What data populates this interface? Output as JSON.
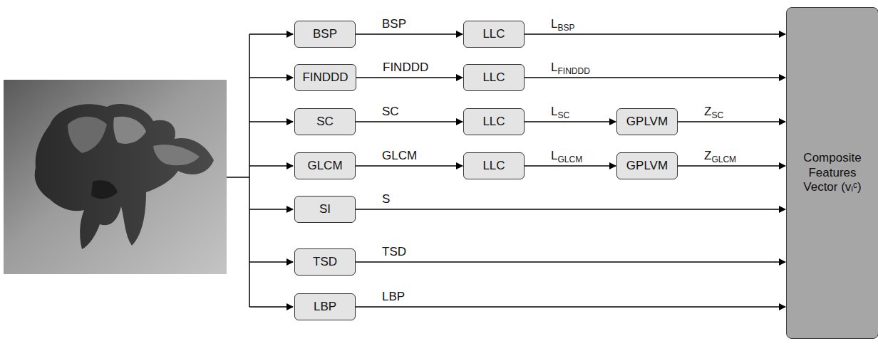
{
  "diagram": {
    "nodes": [
      {
        "text": [
          "BSP"
        ]
      },
      {
        "text": [
          "LLC"
        ]
      },
      {
        "text": [
          "FINDDD"
        ]
      },
      {
        "text": [
          "LLC"
        ]
      },
      {
        "text": [
          "SC"
        ]
      },
      {
        "text": [
          "LLC"
        ]
      },
      {
        "text": [
          "GPLVM"
        ]
      },
      {
        "text": [
          "GLCM"
        ]
      },
      {
        "text": [
          "LLC"
        ]
      },
      {
        "text": [
          "GPLVM"
        ]
      },
      {
        "text": [
          "SI"
        ]
      },
      {
        "text": [
          "TSD"
        ]
      },
      {
        "text": [
          "LBP"
        ]
      },
      {
        "text": [
          "Composite Features Vector (vᵢᶜ)"
        ]
      }
    ],
    "edges": [
      {
        "from": 0,
        "to": 1,
        "label": "BSP",
        "arrow": "to"
      },
      {
        "from": 1,
        "to": 13,
        "label": "LBSP",
        "arrow": "to"
      },
      {
        "from": 2,
        "to": 3,
        "label": "FINDDD",
        "arrow": "to"
      },
      {
        "from": 3,
        "to": 13,
        "label": "LFINDDD",
        "arrow": "to"
      },
      {
        "from": 4,
        "to": 5,
        "label": "SC",
        "arrow": "to"
      },
      {
        "from": 5,
        "to": 6,
        "label": "LSC",
        "arrow": "to"
      },
      {
        "from": 6,
        "to": 13,
        "label": "ZSC",
        "arrow": "to"
      },
      {
        "from": 7,
        "to": 8,
        "label": "GLCM",
        "arrow": "to"
      },
      {
        "from": 8,
        "to": 9,
        "label": "LGLCM",
        "arrow": "to"
      },
      {
        "from": 9,
        "to": 13,
        "label": "ZGLCM",
        "arrow": "to"
      },
      {
        "from": 10,
        "to": 13,
        "label": "S",
        "arrow": "to"
      },
      {
        "from": 11,
        "to": 13,
        "label": "TSD",
        "arrow": "to"
      },
      {
        "from": 12,
        "to": 13,
        "label": "LBP",
        "arrow": "to"
      }
    ]
  }
}
